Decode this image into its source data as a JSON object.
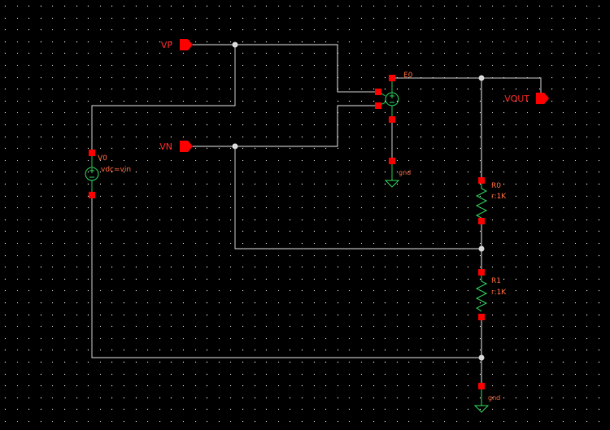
{
  "colors": {
    "background": "#000000",
    "grid_dot": "#ffffff",
    "wire": "#d8d8d8",
    "pin": "#ff0000",
    "pin_label": "#ff2a2a",
    "instance_label": "#ff6a3c",
    "device": "#2fd15a"
  },
  "pins": {
    "vp": "VP",
    "vn": "VN",
    "vout": "VOUT"
  },
  "source_v0": {
    "name": "V0",
    "param": "vdc=vin"
  },
  "vcvs_e0": {
    "name": "E0"
  },
  "resistor_r0": {
    "name": "R0",
    "param": "r:1K"
  },
  "resistor_r1": {
    "name": "R1",
    "param": "r:1K"
  },
  "ground_e0": {
    "label": "gnd"
  },
  "ground_main": {
    "label": "gnd"
  }
}
